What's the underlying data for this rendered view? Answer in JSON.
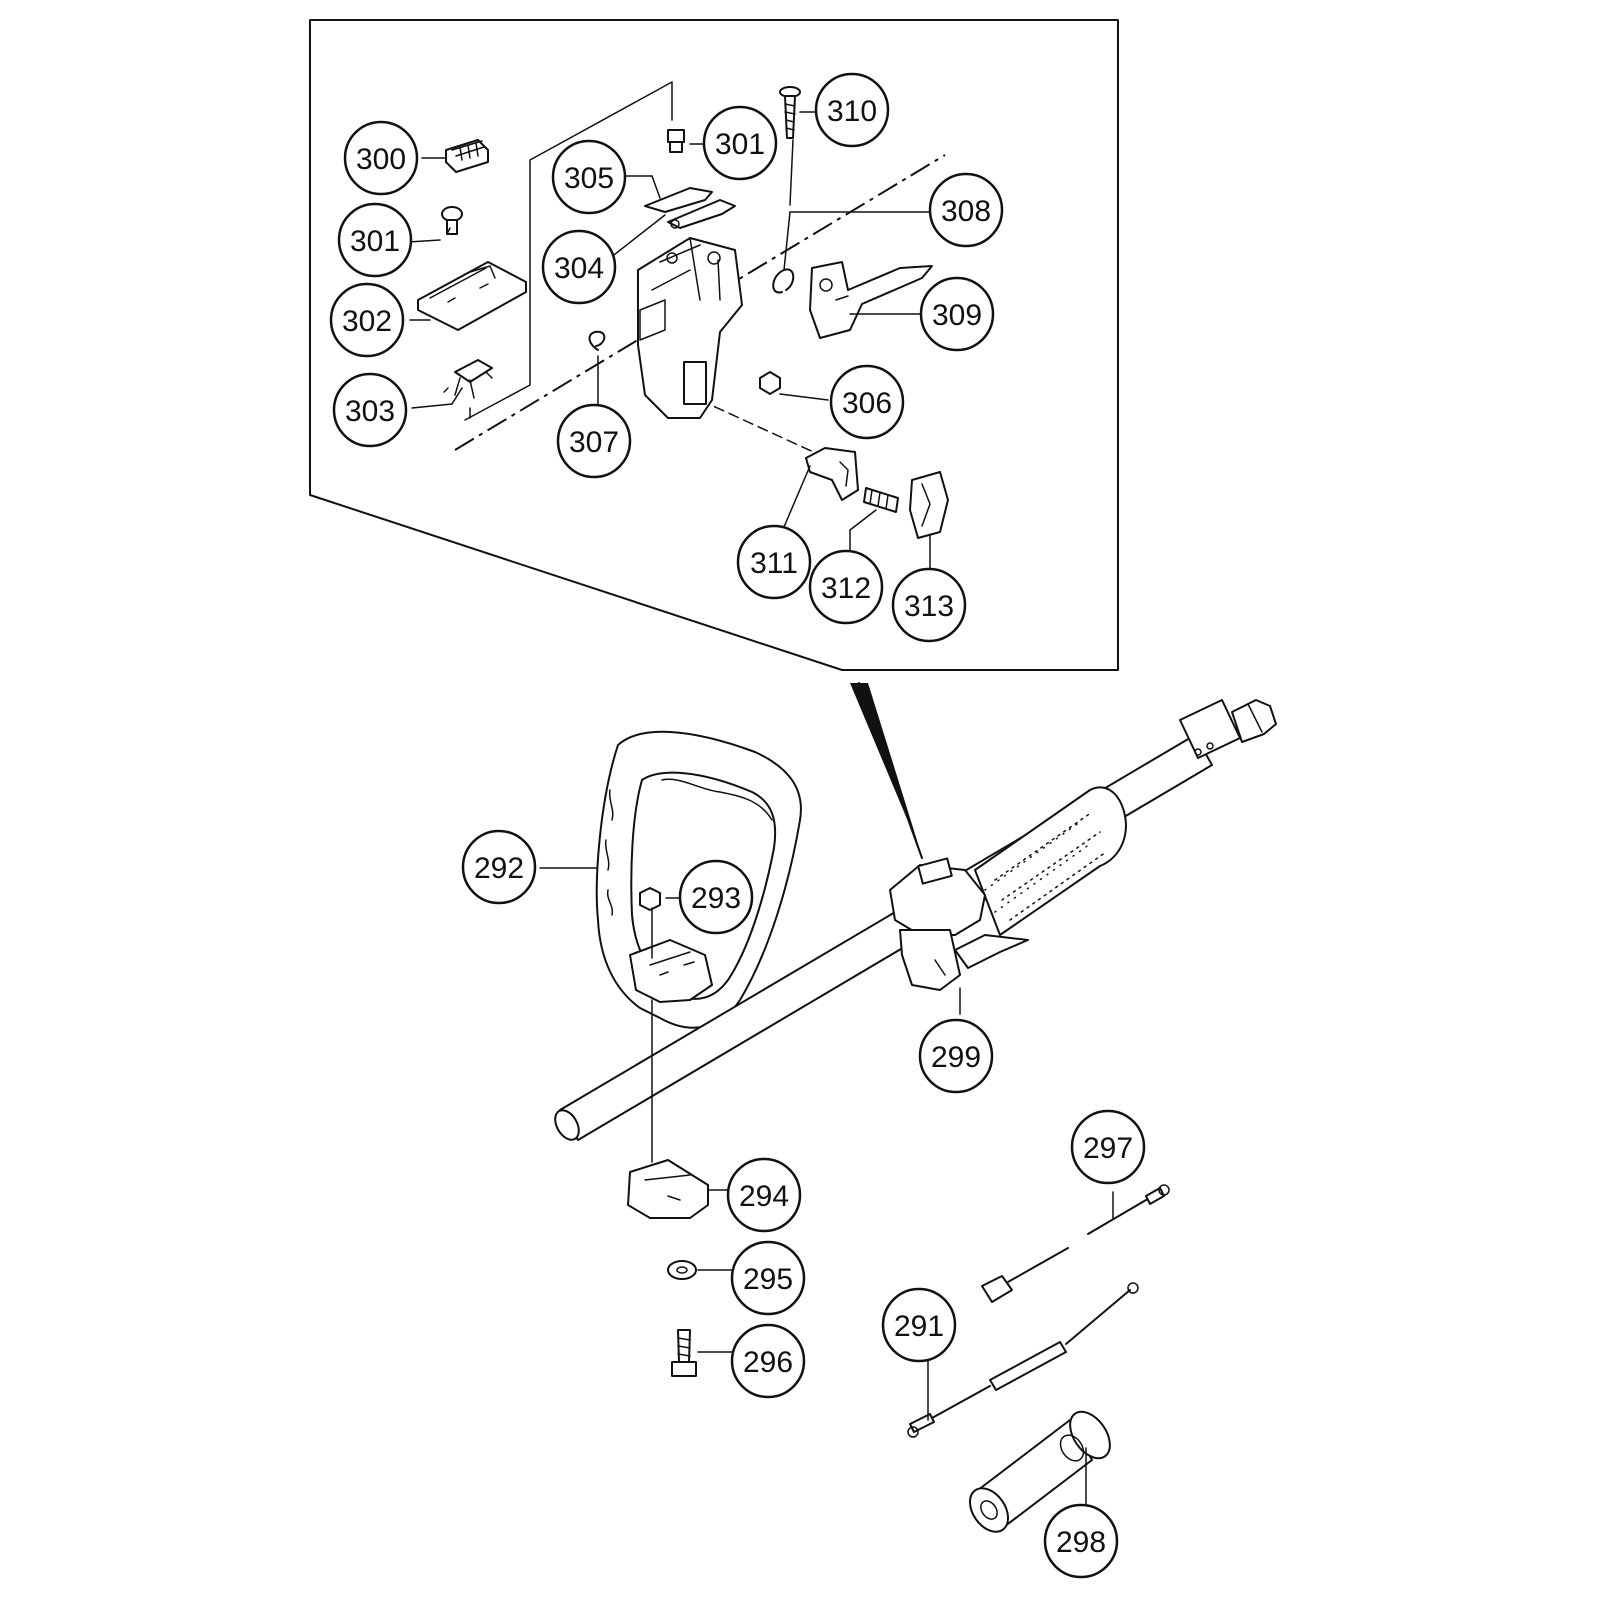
{
  "parts": [
    {
      "id": "p300",
      "label": "300"
    },
    {
      "id": "p301a",
      "label": "301"
    },
    {
      "id": "p301b",
      "label": "301"
    },
    {
      "id": "p302",
      "label": "302"
    },
    {
      "id": "p303",
      "label": "303"
    },
    {
      "id": "p304",
      "label": "304"
    },
    {
      "id": "p305",
      "label": "305"
    },
    {
      "id": "p306",
      "label": "306"
    },
    {
      "id": "p307",
      "label": "307"
    },
    {
      "id": "p308",
      "label": "308"
    },
    {
      "id": "p309",
      "label": "309"
    },
    {
      "id": "p310",
      "label": "310"
    },
    {
      "id": "p311",
      "label": "311"
    },
    {
      "id": "p312",
      "label": "312"
    },
    {
      "id": "p313",
      "label": "313"
    },
    {
      "id": "p291",
      "label": "291"
    },
    {
      "id": "p292",
      "label": "292"
    },
    {
      "id": "p293",
      "label": "293"
    },
    {
      "id": "p294",
      "label": "294"
    },
    {
      "id": "p295",
      "label": "295"
    },
    {
      "id": "p296",
      "label": "296"
    },
    {
      "id": "p297",
      "label": "297"
    },
    {
      "id": "p298",
      "label": "298"
    },
    {
      "id": "p299",
      "label": "299"
    }
  ]
}
